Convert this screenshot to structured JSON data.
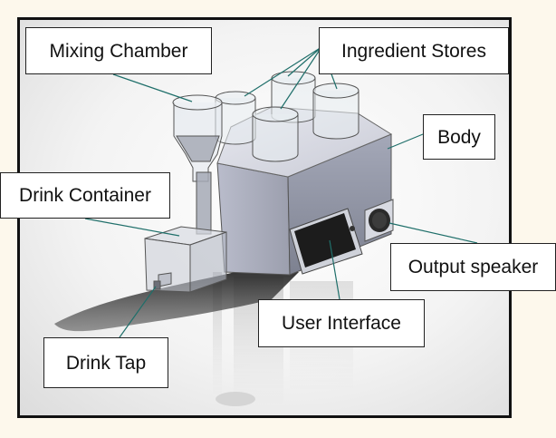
{
  "labels": {
    "mixing_chamber": "Mixing Chamber",
    "ingredient_stores": "Ingredient Stores",
    "body": "Body",
    "drink_container": "Drink Container",
    "output_speaker": "Output speaker",
    "user_interface": "User Interface",
    "drink_tap": "Drink Tap"
  },
  "colors": {
    "leader_line": "#1f6f6a",
    "page_background": "#fdf8ec"
  }
}
